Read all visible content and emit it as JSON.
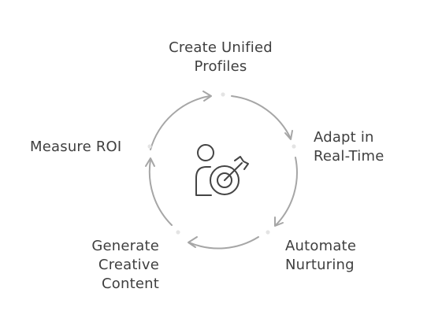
{
  "diagram": {
    "stages": [
      {
        "id": "create-unified-profiles",
        "lines": [
          "Create Unified",
          "Profiles"
        ]
      },
      {
        "id": "adapt-in-real-time",
        "lines": [
          "Adapt in",
          "Real-Time"
        ]
      },
      {
        "id": "automate-nurturing",
        "lines": [
          "Automate",
          "Nurturing"
        ]
      },
      {
        "id": "generate-creative-content",
        "lines": [
          "Generate",
          "Creative",
          "Content"
        ]
      },
      {
        "id": "measure-roi",
        "lines": [
          "Measure ROI"
        ]
      }
    ],
    "center_icon": "person-with-target-icon",
    "colors": {
      "arrow": "#a6a6a6",
      "dot": "#e2e2e2",
      "icon": "#444444",
      "text": "#3f3f3f"
    }
  }
}
